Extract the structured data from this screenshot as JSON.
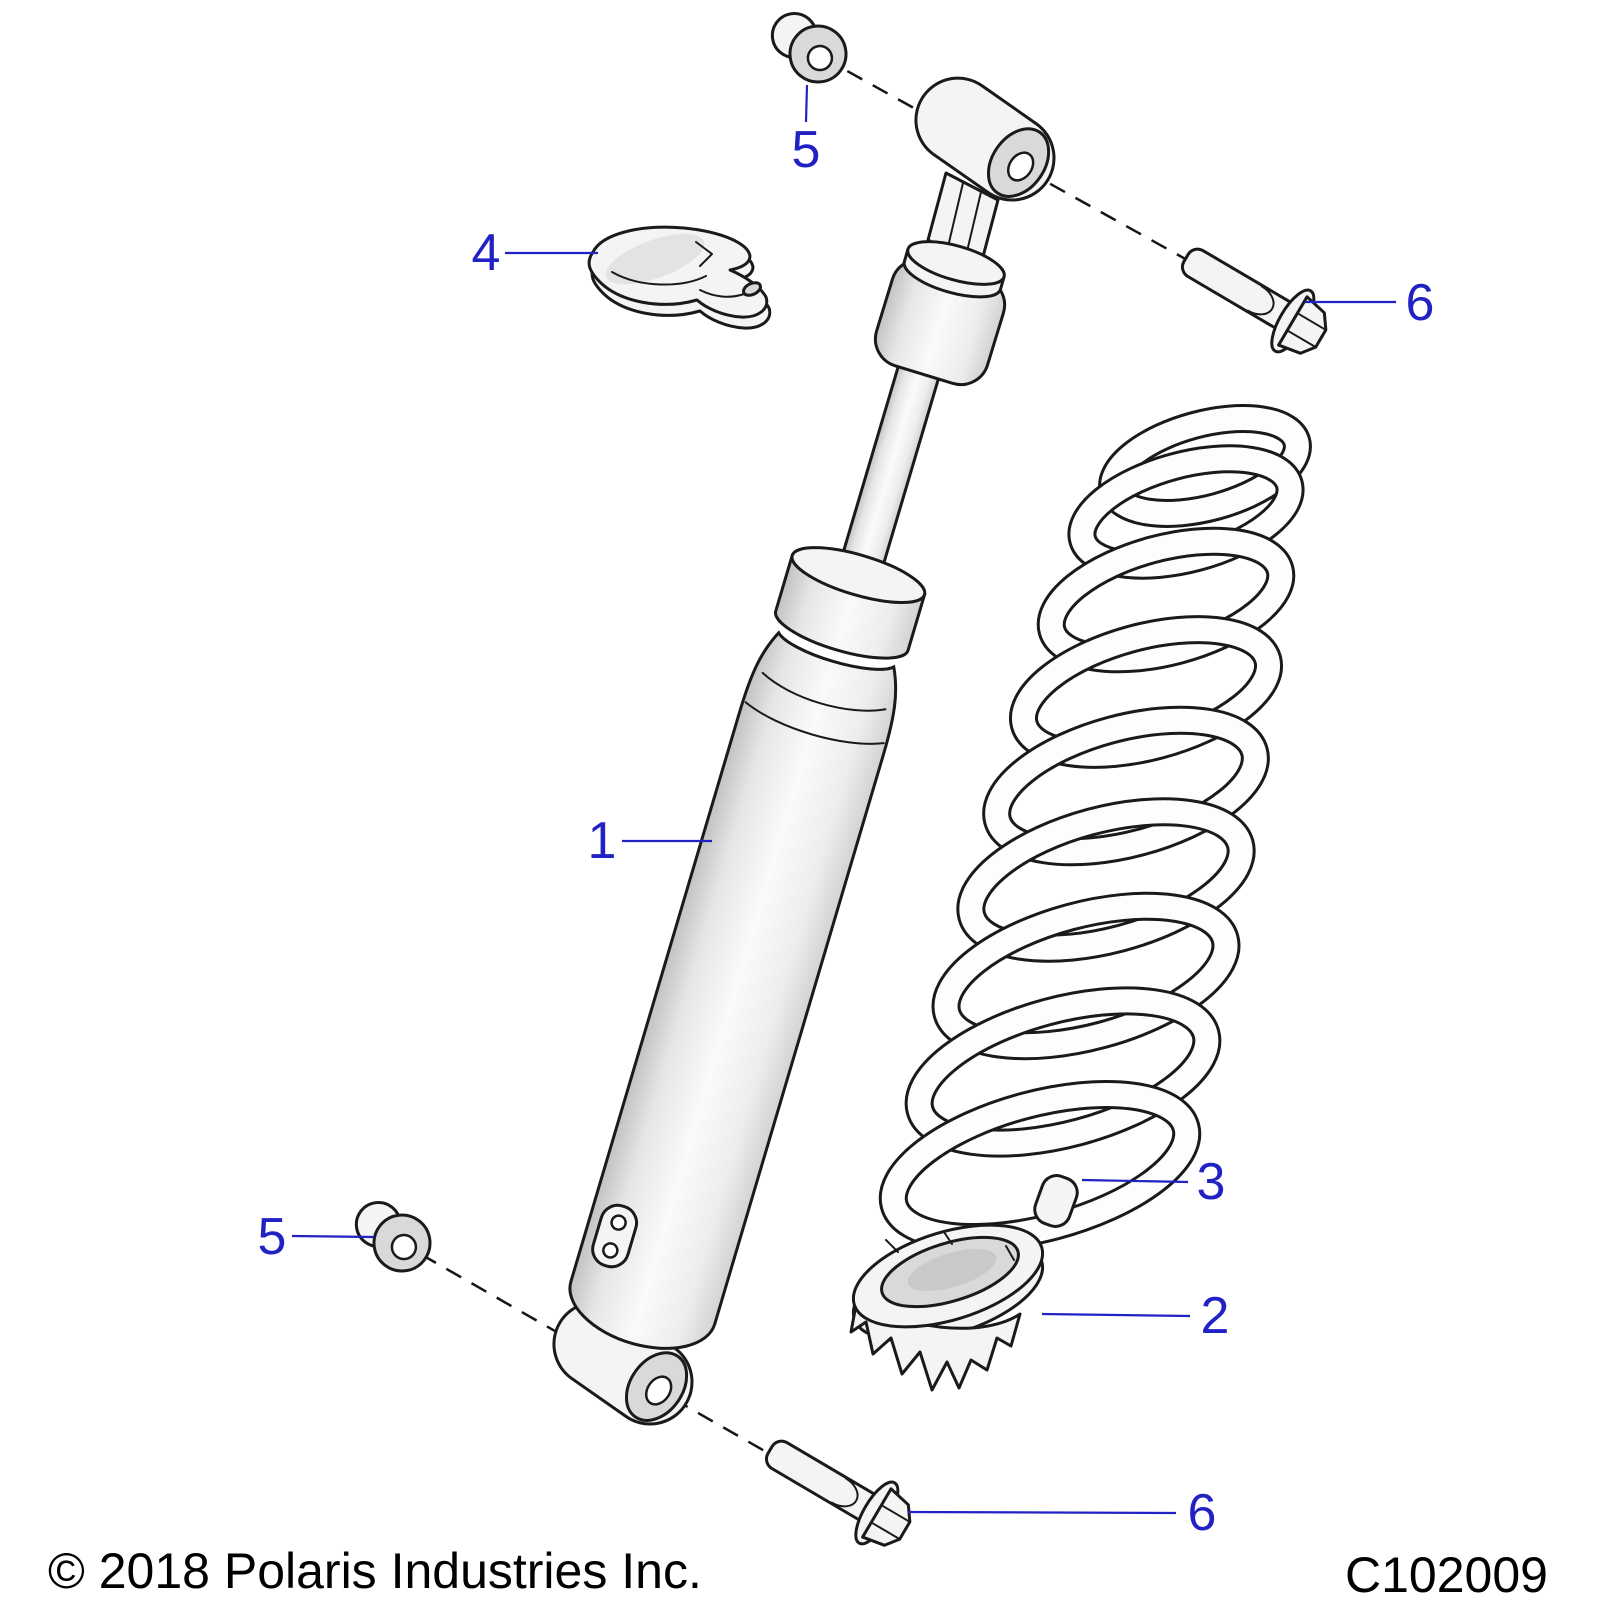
{
  "colors": {
    "bg": "#ffffff",
    "line": "#1a1a1a",
    "callout": "#2222c4",
    "part_light": "#f4f4f4",
    "part_mid": "#d9d9d9"
  },
  "callouts": [
    {
      "label": "1"
    },
    {
      "label": "2"
    },
    {
      "label": "3"
    },
    {
      "label": "4"
    },
    {
      "label": "5"
    },
    {
      "label": "5"
    },
    {
      "label": "6"
    },
    {
      "label": "6"
    }
  ],
  "footer": {
    "copyright": "© 2018 Polaris Industries Inc.",
    "diagram_code": "C102009"
  }
}
